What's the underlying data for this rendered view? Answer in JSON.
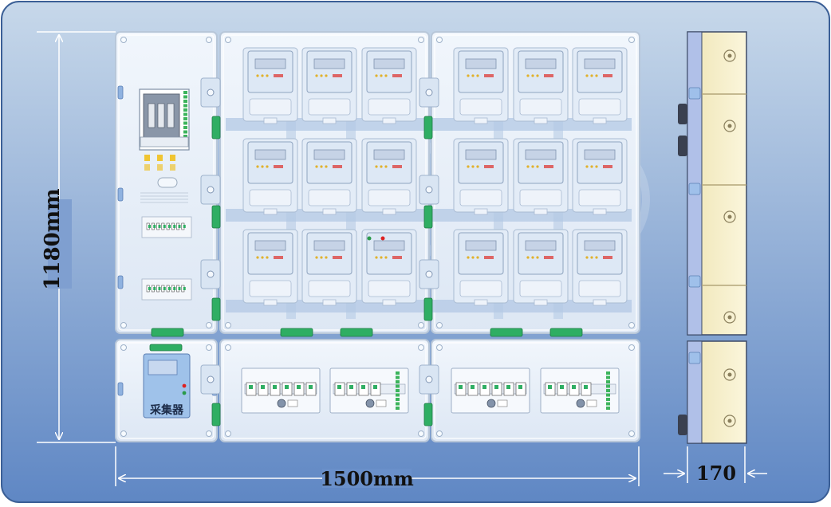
{
  "dimensions": {
    "height_label": "1180mm",
    "width_label": "1500mm",
    "depth_label": "170"
  },
  "collector_label": "采集器",
  "colors": {
    "background_top": "#c6d7ea",
    "background_bottom": "#5f86c3",
    "panel_fill": "#eaf1fb",
    "panel_border": "#b8c7d9",
    "meter_fill": "#dde8f5",
    "strap": "#b3c8e4",
    "hinge_green": "#2fae63",
    "side_cream": "#f6efc6",
    "side_blue": "#b0c0e8",
    "dim_line": "#ffffff",
    "dim_text": "#111111"
  },
  "layout": {
    "meter_rows": 3,
    "meters_per_row_each_panel": 3,
    "breaker_groups_bottom": 4
  }
}
